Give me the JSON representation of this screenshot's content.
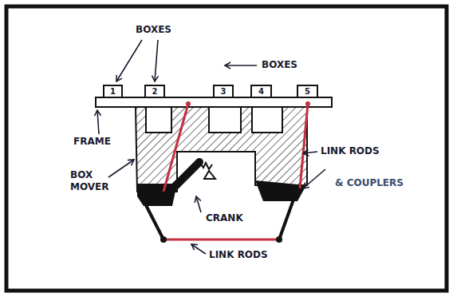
{
  "diagram": {
    "nodes": [
      {
        "text": [
          "1"
        ]
      },
      {
        "text": [
          "2"
        ]
      },
      {
        "text": [
          "3"
        ]
      },
      {
        "text": [
          "4"
        ]
      },
      {
        "text": [
          "5"
        ]
      }
    ],
    "labels": [
      "BOXES",
      "BOXES",
      "FRAME",
      "LINK RODS",
      "& COUPLERS",
      "BOX MOVER",
      "CRANK",
      "LINK RODS"
    ]
  }
}
